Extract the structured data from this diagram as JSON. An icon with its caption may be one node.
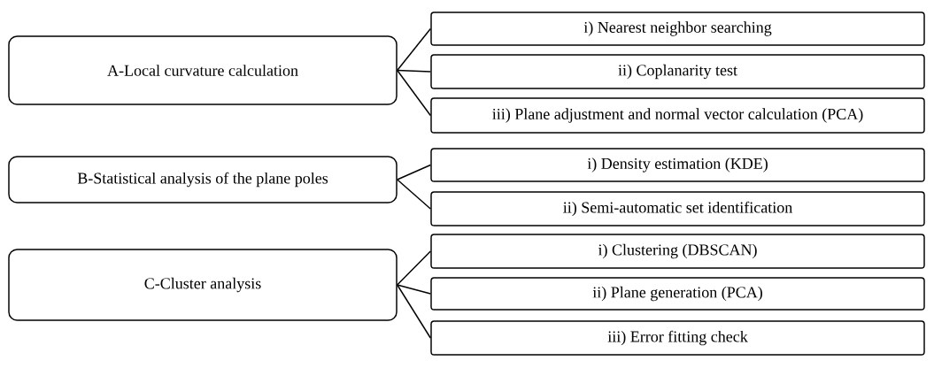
{
  "diagram": {
    "nodes": [
      {
        "text": [
          "A-Local curvature calculation"
        ]
      },
      {
        "text": [
          "i) Nearest neighbor searching"
        ]
      },
      {
        "text": [
          "ii) Coplanarity test"
        ]
      },
      {
        "text": [
          "iii) Plane adjustment and normal vector calculation (PCA)"
        ]
      },
      {
        "text": [
          "B-Statistical analysis of the plane poles"
        ]
      },
      {
        "text": [
          "i) Density estimation (KDE)"
        ]
      },
      {
        "text": [
          "ii) Semi-automatic set identification"
        ]
      },
      {
        "text": [
          "C-Cluster analysis"
        ]
      },
      {
        "text": [
          "i) Clustering (DBSCAN)"
        ]
      },
      {
        "text": [
          "ii) Plane generation (PCA)"
        ]
      },
      {
        "text": [
          "iii) Error fitting check"
        ]
      }
    ],
    "edges": [
      {
        "from": 0,
        "to": 1,
        "arrow": "none"
      },
      {
        "from": 0,
        "to": 2,
        "arrow": "none"
      },
      {
        "from": 0,
        "to": 3,
        "arrow": "none"
      },
      {
        "from": 4,
        "to": 5,
        "arrow": "none"
      },
      {
        "from": 4,
        "to": 6,
        "arrow": "none"
      },
      {
        "from": 7,
        "to": 8,
        "arrow": "none"
      },
      {
        "from": 7,
        "to": 9,
        "arrow": "none"
      },
      {
        "from": 7,
        "to": 10,
        "arrow": "none"
      }
    ]
  }
}
